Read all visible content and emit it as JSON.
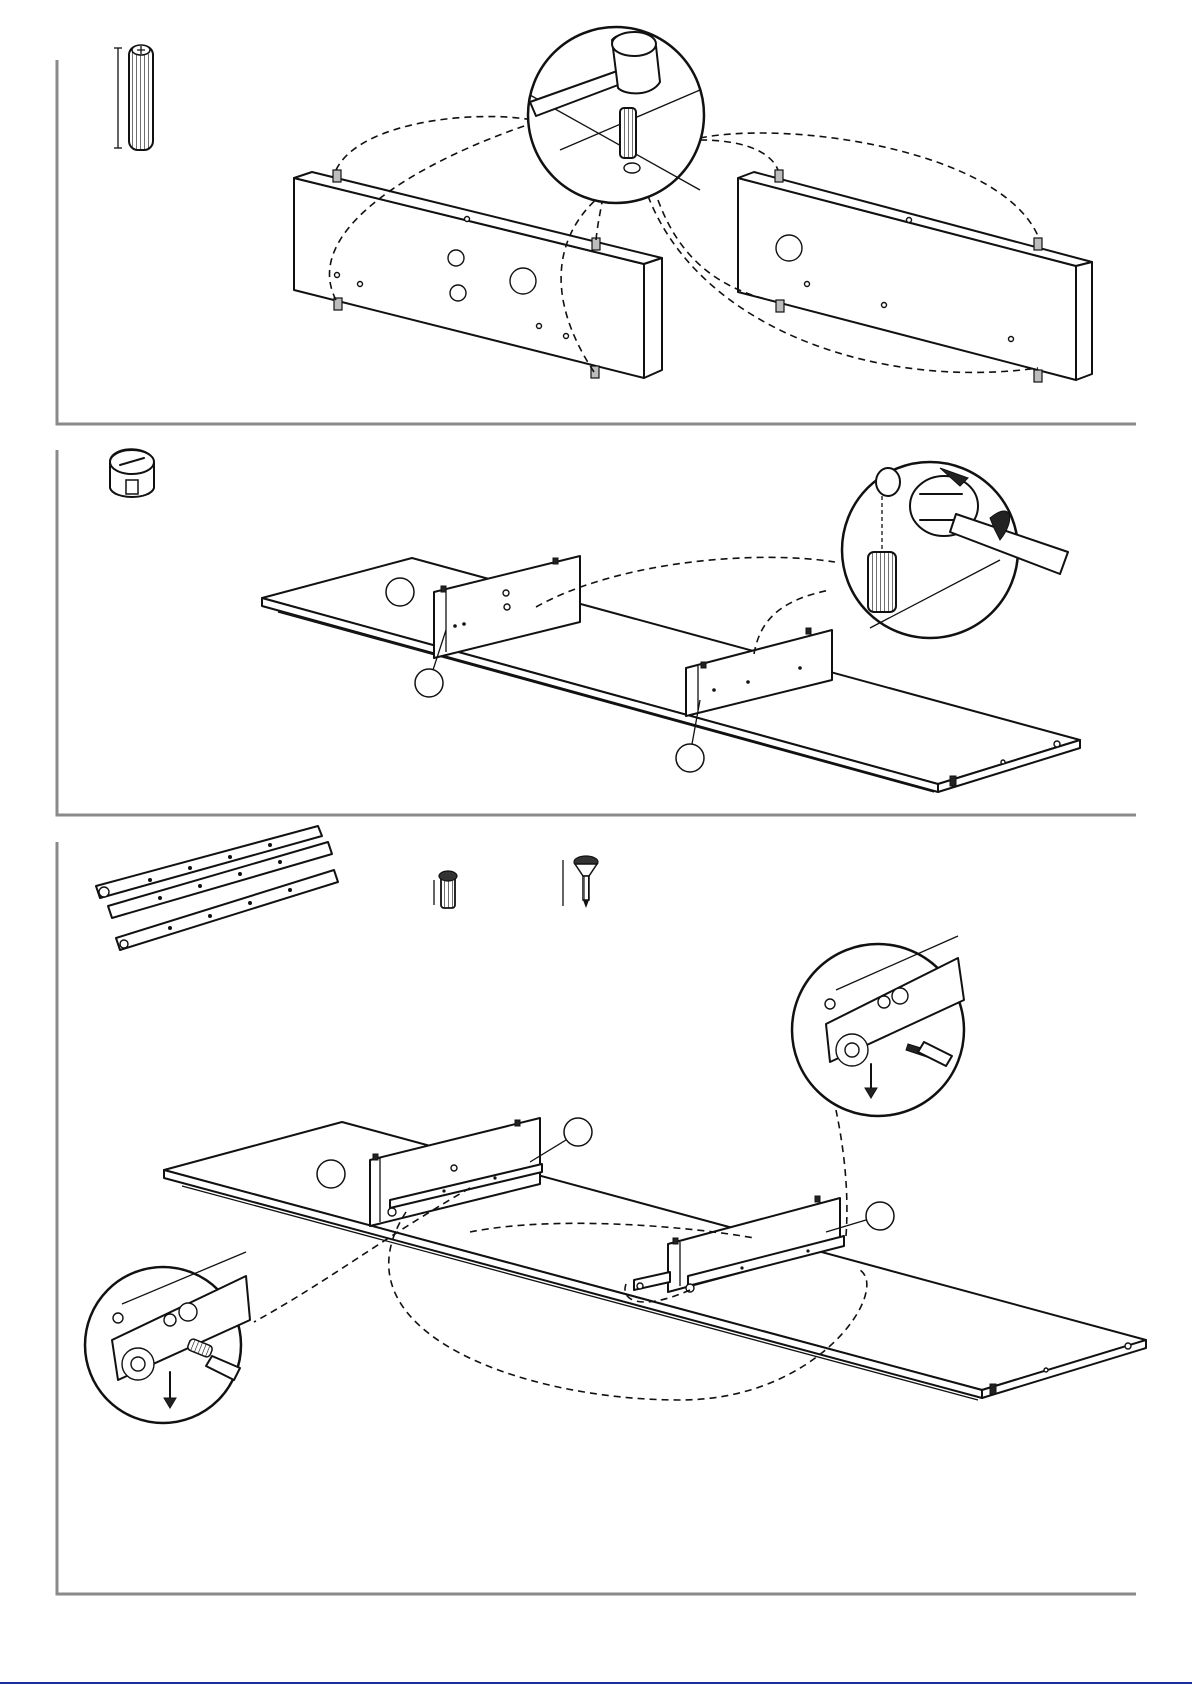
{
  "document": {
    "kind": "assembly-instructions",
    "colors": {
      "ink": "#111111",
      "frame": "#8a8a8a",
      "page": "#ffffff",
      "bottom_rule": "#1b2fa0"
    }
  },
  "steps": [
    {
      "id": "step-dowels",
      "hardware": [
        {
          "icon": "wooden-dowel-icon"
        }
      ],
      "detail": {
        "icon": "hammer-icon"
      }
    },
    {
      "id": "step-cam-locks",
      "hardware": [
        {
          "icon": "cam-lock-icon"
        }
      ],
      "detail": {
        "icon": "screwdriver-icon"
      }
    },
    {
      "id": "step-drawer-runners",
      "hardware": [
        {
          "icon": "drawer-runner-pair-icon"
        },
        {
          "icon": "euro-screw-icon"
        },
        {
          "icon": "wood-screw-icon"
        }
      ],
      "detail": {
        "icon": "screwdriver-icon"
      }
    }
  ]
}
